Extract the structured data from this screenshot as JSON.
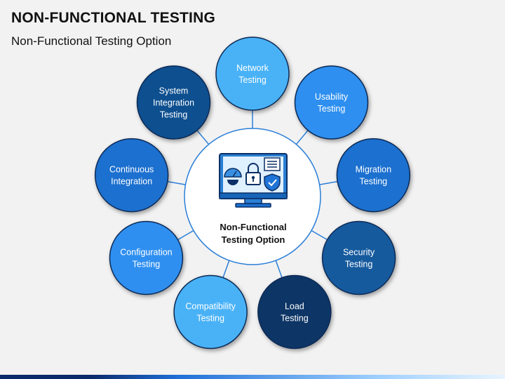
{
  "header": {
    "title": "NON-FUNCTIONAL TESTING",
    "subtitle": "Non-Functional Testing Option"
  },
  "center": {
    "line1": "Non-Functional",
    "line2": "Testing Option",
    "icon": "monitor-security-icon"
  },
  "nodes": [
    {
      "id": "network",
      "lines": [
        "Network",
        "Testing"
      ],
      "color": "#48b2f7"
    },
    {
      "id": "usability",
      "lines": [
        "Usability",
        "Testing"
      ],
      "color": "#2f8ff0"
    },
    {
      "id": "migration",
      "lines": [
        "Migration",
        "Testing"
      ],
      "color": "#1b6fcf"
    },
    {
      "id": "security",
      "lines": [
        "Security",
        "Testing"
      ],
      "color": "#155a9e"
    },
    {
      "id": "load",
      "lines": [
        "Load",
        "Testing"
      ],
      "color": "#0a3566"
    },
    {
      "id": "compatibility",
      "lines": [
        "Compatibility",
        "Testing"
      ],
      "color": "#48b2f7"
    },
    {
      "id": "configuration",
      "lines": [
        "Configuration",
        "Testing"
      ],
      "color": "#2f8ff0"
    },
    {
      "id": "continuous-integration",
      "lines": [
        "Continuous",
        "Integration"
      ],
      "color": "#1b6fcf"
    },
    {
      "id": "system-integration",
      "lines": [
        "System",
        "Integration",
        "Testing"
      ],
      "color": "#114f8f"
    }
  ]
}
